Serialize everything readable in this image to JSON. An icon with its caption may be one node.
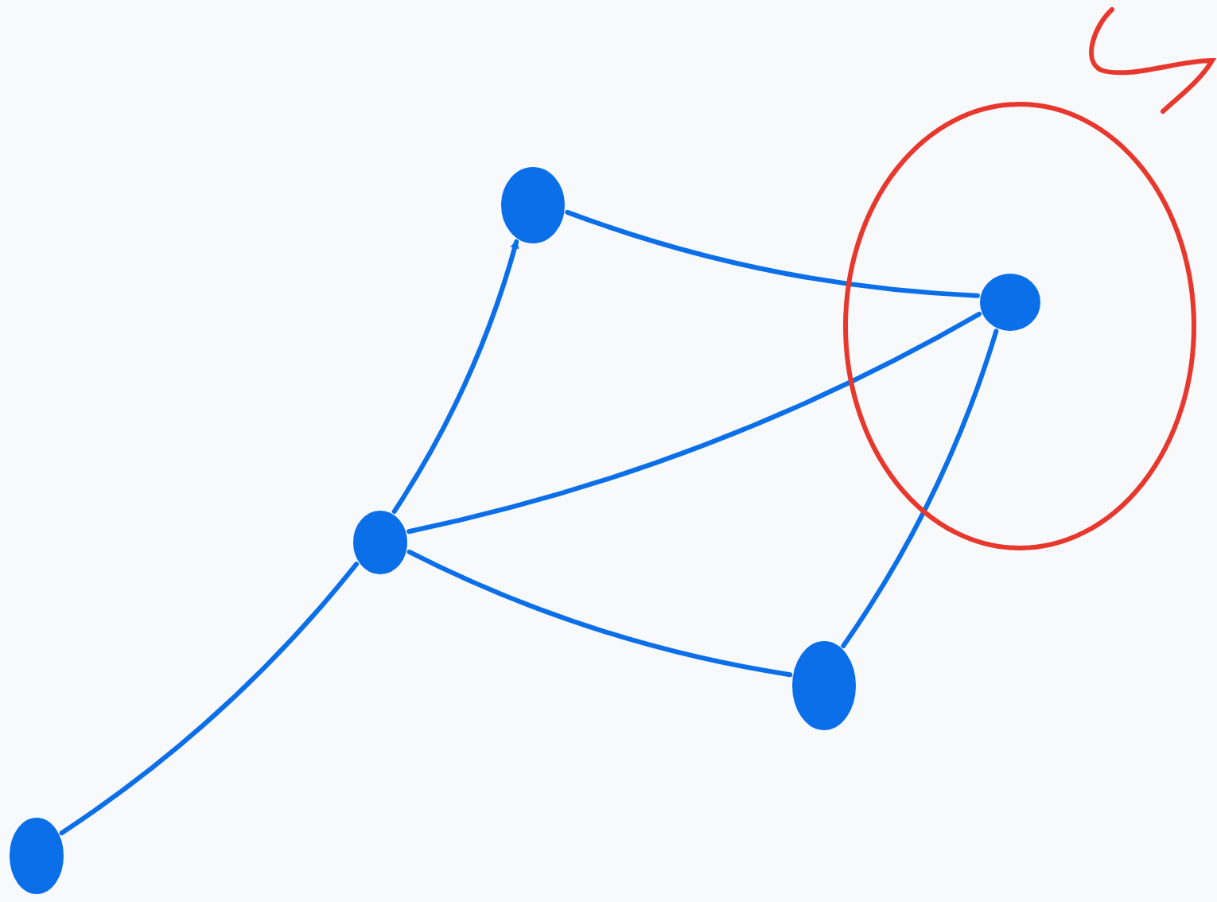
{
  "diagram": {
    "nodes": [
      {
        "text": [],
        "shape": "circle"
      },
      {
        "text": [],
        "shape": "circle"
      },
      {
        "text": [],
        "shape": "circle",
        "in": 0
      },
      {
        "text": [],
        "shape": "circle"
      },
      {
        "text": [],
        "shape": "circle"
      },
      {
        "text": [],
        "shape": "circle"
      }
    ],
    "edges": [
      {
        "from": 3,
        "to": 1,
        "arrow": "to"
      },
      {
        "from": 1,
        "to": 2,
        "arrow": "none"
      },
      {
        "from": 3,
        "to": 2,
        "arrow": "none"
      },
      {
        "from": 4,
        "to": 2,
        "arrow": "none"
      },
      {
        "from": 3,
        "to": 4,
        "arrow": "none"
      },
      {
        "from": 5,
        "to": 3,
        "arrow": "none"
      }
    ]
  }
}
